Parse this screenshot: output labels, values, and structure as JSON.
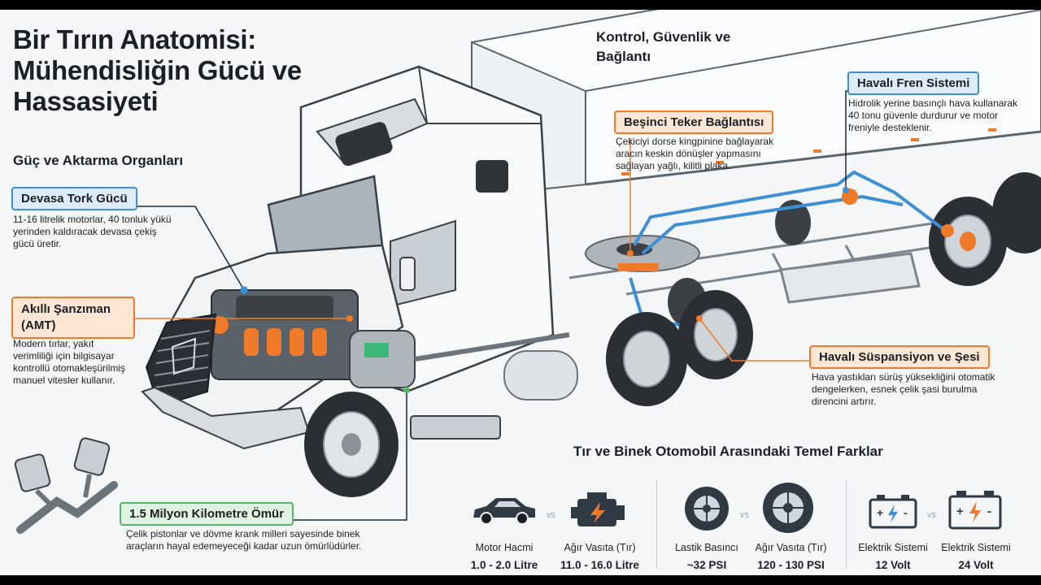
{
  "title": "Bir Tırın Anatomisi: Mühendisliğin Gücü ve Hassasiyeti",
  "sections": {
    "power": "Güç ve Aktarma Organları",
    "control": "Kontrol, Güvenlik ve Bağlantı"
  },
  "callouts": {
    "torque": {
      "label": "Devasa Tork Gücü",
      "desc": "11-16 litrelik motorlar, 40 tonluk yükü yerinden kaldıracak devasa çekiş gücü üretir."
    },
    "gearbox": {
      "label": "Akıllı Şanzıman (AMT)",
      "desc": "Modern tırlar, yakıt verimliliği için bilgisayar kontrollü otomakleşürilmiş manuel vitesler kullanır."
    },
    "life": {
      "label": "1.5 Milyon Kilometre Ömür",
      "desc": "Çelik pistonlar ve dövme krank milleri sayesinde binek araçların hayal edemeyeceği kadar uzun ömürlüdürler."
    },
    "fifth_wheel": {
      "label": "Beşinci Teker Bağlantısı",
      "desc": "Çekiciyi dorse kingpinine bağlayarak aracın keskin dönüşler yapmasını sağlayan yağlı, kilitli plaka."
    },
    "brakes": {
      "label": "Havalı Fren Sistemi",
      "desc": "Hidrolik yerine basınçlı hava kullanarak 40 tonu güvenle durdurur ve motor freniyle desteklenir."
    },
    "suspension": {
      "label": "Havalı Süspansiyon ve Şesi",
      "desc": "Hava yastıkları sürüş yüksekliğini otomatik dengelerken, esnek çelik şasi burulma direncini artırır."
    }
  },
  "comparison": {
    "title": "Tır ve Binek Otomobil Arasındaki Temel Farklar",
    "vs": "vs",
    "groups": [
      {
        "left": {
          "label": "Motor Hacmi",
          "value": "1.0 - 2.0 Litre",
          "icon": "car-icon"
        },
        "right": {
          "label": "Ağır Vasıta (Tır)",
          "value": "11.0 - 16.0 Litre",
          "icon": "engine-icon"
        }
      },
      {
        "left": {
          "label": "Lastik Basıncı",
          "value": "~32 PSI",
          "icon": "tire-icon"
        },
        "right": {
          "label": "Ağır Vasıta (Tır)",
          "value": "120 - 130 PSI",
          "icon": "tire-icon"
        }
      },
      {
        "left": {
          "label": "Elektrik Sistemi",
          "value": "12 Volt",
          "icon": "battery-icon"
        },
        "right": {
          "label": "Elektrik Sistemi",
          "value": "24 Volt",
          "icon": "battery-icon"
        }
      }
    ]
  },
  "colors": {
    "blue": "#3d8fd6",
    "orange": "#ee7a2a",
    "green": "#56b566",
    "dark": "#1c1f24"
  }
}
